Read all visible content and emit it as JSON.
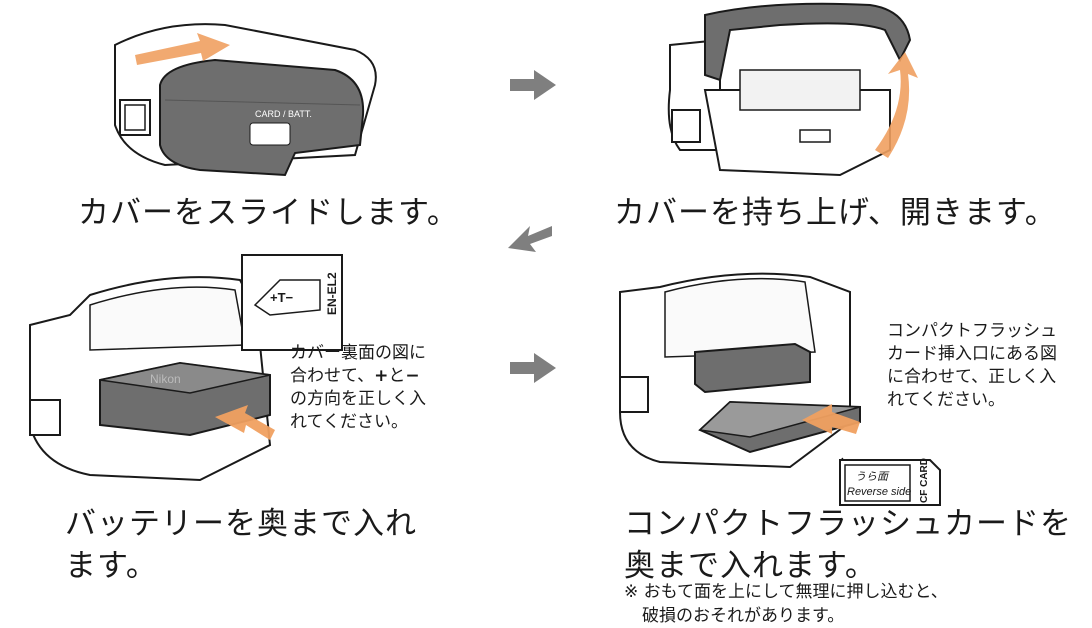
{
  "steps": [
    {
      "caption": "カバーをスライドします。"
    },
    {
      "caption": "カバーを持ち上げ、開きます。"
    },
    {
      "caption_line1": "バッテリーを奥まで入れ",
      "caption_line2": "ます。",
      "note_line1": "カバー裏面の図に",
      "note_line2_a": "合わせて、",
      "note_plus": "+",
      "note_to": "と",
      "note_minus": "−",
      "note_line3": "の方向を正しく入",
      "note_line4": "れてください。"
    },
    {
      "caption_line1": "コンパクトフラッシュカードを",
      "caption_line2": "奥まで入れます。",
      "note_line1": "コンパクトフラッシュ",
      "note_line2": "カード挿入口にある図",
      "note_line3": "に合わせて、正しく入",
      "note_line4": "れてください。",
      "warning_line1": "※ おもて面を上にして無理に押し込むと、",
      "warning_line2": "破損のおそれがあります。"
    }
  ],
  "labels": {
    "cover_label": "CARD / BATT.",
    "battery_label": "EN-EL2",
    "battery_polarity": "+T−",
    "battery_brand": "Nikon",
    "card_label_jp": "うら面",
    "card_label_en": "Reverse side",
    "card_side_label": "CF CARD"
  },
  "colors": {
    "cover": "#6e6e6e",
    "arrow": "#f0a060",
    "nav_arrow": "#7f7f7f",
    "outline": "#1a1a1a"
  }
}
